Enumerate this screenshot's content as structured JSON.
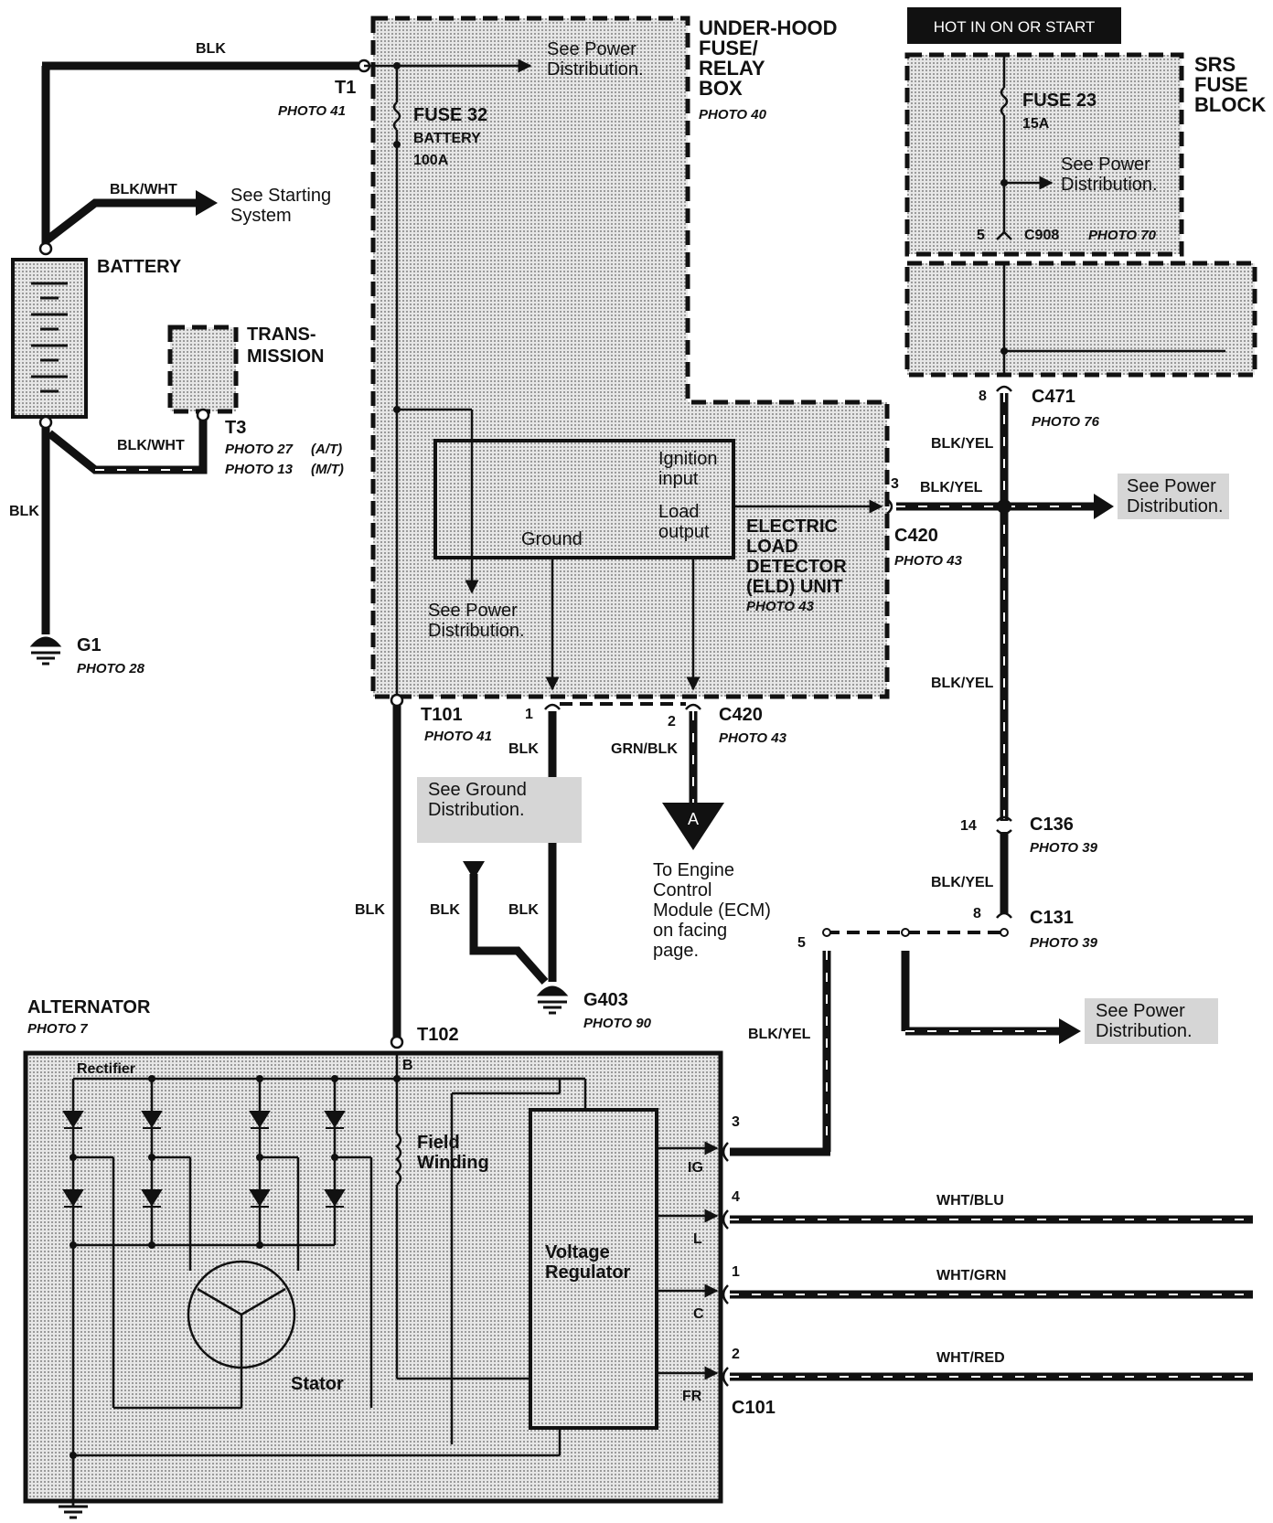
{
  "banner": "HOT IN ON OR START",
  "underhood": {
    "title_1": "UNDER-HOOD",
    "title_2": "FUSE/",
    "title_3": "RELAY",
    "title_4": "BOX",
    "photo": "PHOTO 40"
  },
  "srs": {
    "title_1": "SRS",
    "title_2": "FUSE",
    "title_3": "BLOCK",
    "fuse": "FUSE 23",
    "rating": "15A",
    "conn_pin": "5",
    "conn": "C908",
    "photo": "PHOTO 70"
  },
  "fuse32": {
    "name": "FUSE 32",
    "sub": "BATTERY",
    "rating": "100A"
  },
  "battery": {
    "label": "BATTERY"
  },
  "transmission": {
    "line1": "TRANS-",
    "line2": "MISSION"
  },
  "terminals": {
    "t1": "T1",
    "t1_photo": "PHOTO 41",
    "t3": "T3",
    "t3_photo_at": "PHOTO 27",
    "t3_at": "(A/T)",
    "t3_photo_mt": "PHOTO 13",
    "t3_mt": "(M/T)",
    "t101": "T101",
    "t101_photo": "PHOTO 41",
    "t102": "T102"
  },
  "grounds": {
    "g1": "G1",
    "g1_photo": "PHOTO 28",
    "g403": "G403",
    "g403_photo": "PHOTO 90"
  },
  "eld": {
    "line1": "ELECTRIC",
    "line2": "LOAD",
    "line3": "DETECTOR",
    "line4": "(ELD) UNIT",
    "photo": "PHOTO 43",
    "ignition_1": "Ignition",
    "ignition_2": "input",
    "load_1": "Load",
    "load_2": "output",
    "ground": "Ground"
  },
  "connectors": {
    "c471": "C471",
    "c471_pin": "8",
    "c471_photo": "PHOTO 76",
    "c420": "C420",
    "c420_photo": "PHOTO 43",
    "c420_pin3": "3",
    "c420_pin1": "1",
    "c420_pin2": "2",
    "c136": "C136",
    "c136_pin": "14",
    "c136_photo": "PHOTO 39",
    "c131": "C131",
    "c131_pin": "8",
    "c131_photo": "PHOTO 39",
    "splice_pin": "5",
    "c101": "C101",
    "c101_pin3": "3",
    "c101_pin4": "4",
    "c101_pin1": "1",
    "c101_pin2": "2"
  },
  "wires": {
    "blk": "BLK",
    "blk_wht": "BLK/WHT",
    "blk_yel": "BLK/YEL",
    "grn_blk": "GRN/BLK",
    "wht_blu": "WHT/BLU",
    "wht_grn": "WHT/GRN",
    "wht_red": "WHT/RED"
  },
  "refs": {
    "power_1": "See Power",
    "power_2": "Distribution.",
    "ground_1": "See Ground",
    "ground_2": "Distribution.",
    "starting_1": "See Starting",
    "starting_2": "System"
  },
  "ecm": {
    "marker": "A",
    "line1": "To Engine",
    "line2": "Control",
    "line3": "Module (ECM)",
    "line4": "on facing",
    "line5": "page."
  },
  "alternator": {
    "title": "ALTERNATOR",
    "photo": "PHOTO 7",
    "rectifier": "Rectifier",
    "b": "B",
    "field_1": "Field",
    "field_2": "Winding",
    "vr_1": "Voltage",
    "vr_2": "Regulator",
    "stator": "Stator",
    "ig": "IG",
    "l": "L",
    "c": "C",
    "fr": "FR"
  },
  "colors": {
    "ink": "#111111",
    "shade": "#c8c8c8",
    "ref_bg": "#d6d6d6"
  }
}
